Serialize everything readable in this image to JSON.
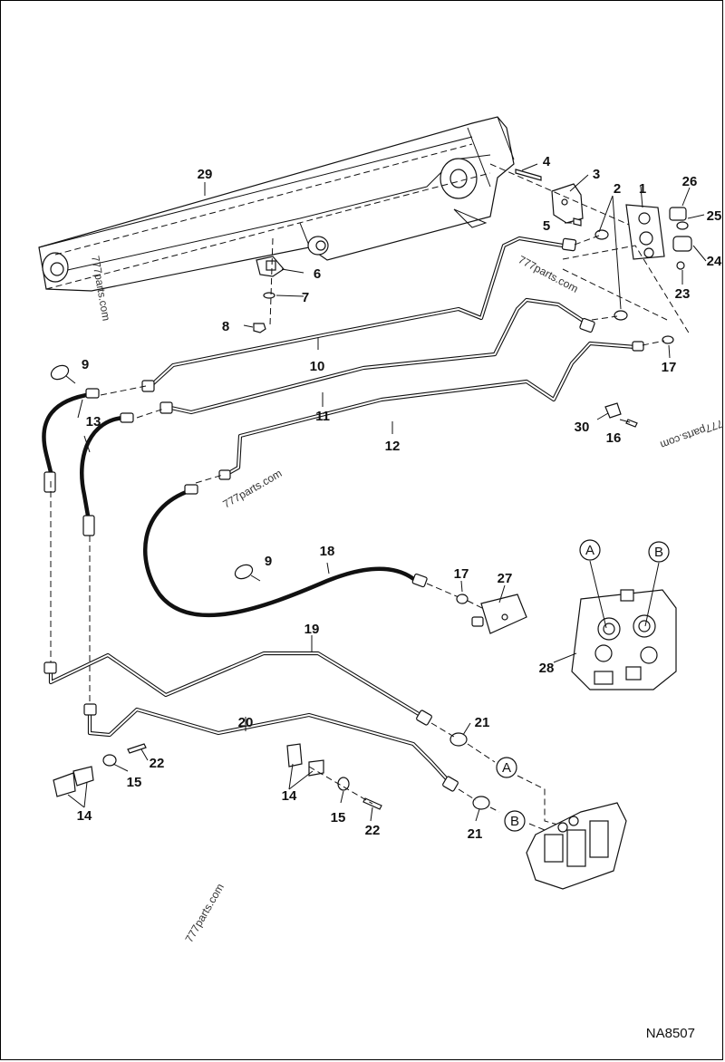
{
  "diagram": {
    "reference_code": "NA8507",
    "watermarks": [
      "777parts.com",
      "777parts.com",
      "777parts.com",
      "777parts.com",
      "777parts.com"
    ],
    "valve_port_labels": [
      "A",
      "B"
    ],
    "callouts": {
      "c1": "1",
      "c2": "2",
      "c3": "3",
      "c4": "4",
      "c5": "5",
      "c6": "6",
      "c7": "7",
      "c8": "8",
      "c9a": "9",
      "c9b": "9",
      "c10": "10",
      "c11": "11",
      "c12": "12",
      "c13": "13",
      "c14a": "14",
      "c14b": "14",
      "c15a": "15",
      "c15b": "15",
      "c16": "16",
      "c17a": "17",
      "c17b": "17",
      "c18": "18",
      "c19": "19",
      "c20": "20",
      "c21a": "21",
      "c21b": "21",
      "c22a": "22",
      "c22b": "22",
      "c23": "23",
      "c24": "24",
      "c25": "25",
      "c26": "26",
      "c27": "27",
      "c28": "28",
      "c29": "29",
      "c30": "30"
    },
    "circle_labels": {
      "portA": "A",
      "portB": "B",
      "lineA": "A",
      "lineB": "B"
    }
  }
}
